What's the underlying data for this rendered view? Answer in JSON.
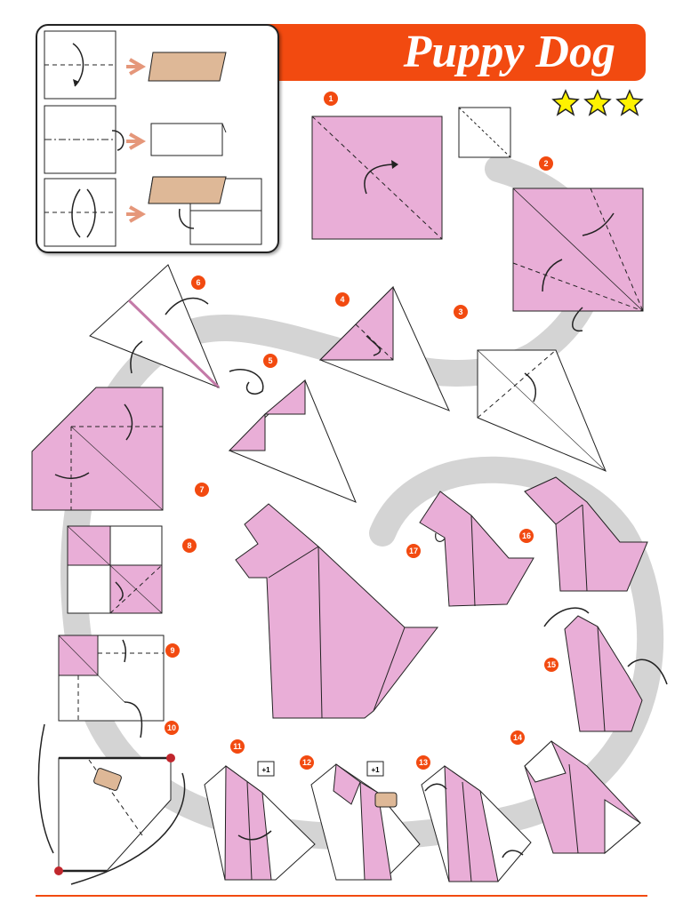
{
  "title": "Puppy Dog",
  "difficulty_stars": 3,
  "colors": {
    "accent": "#f24a10",
    "paper_color": "#e9aed7",
    "paper_white": "#ffffff",
    "legend_fill": "#deb897",
    "guide_path": "#d4d4d4"
  },
  "legend": {
    "items": [
      "valley-fold",
      "mountain-fold",
      "fold-and-unfold"
    ]
  },
  "steps": [
    "1",
    "2",
    "3",
    "4",
    "5",
    "6",
    "7",
    "8",
    "9",
    "10",
    "11",
    "12",
    "13",
    "14",
    "15",
    "16",
    "17"
  ],
  "counter_badge": "+1"
}
